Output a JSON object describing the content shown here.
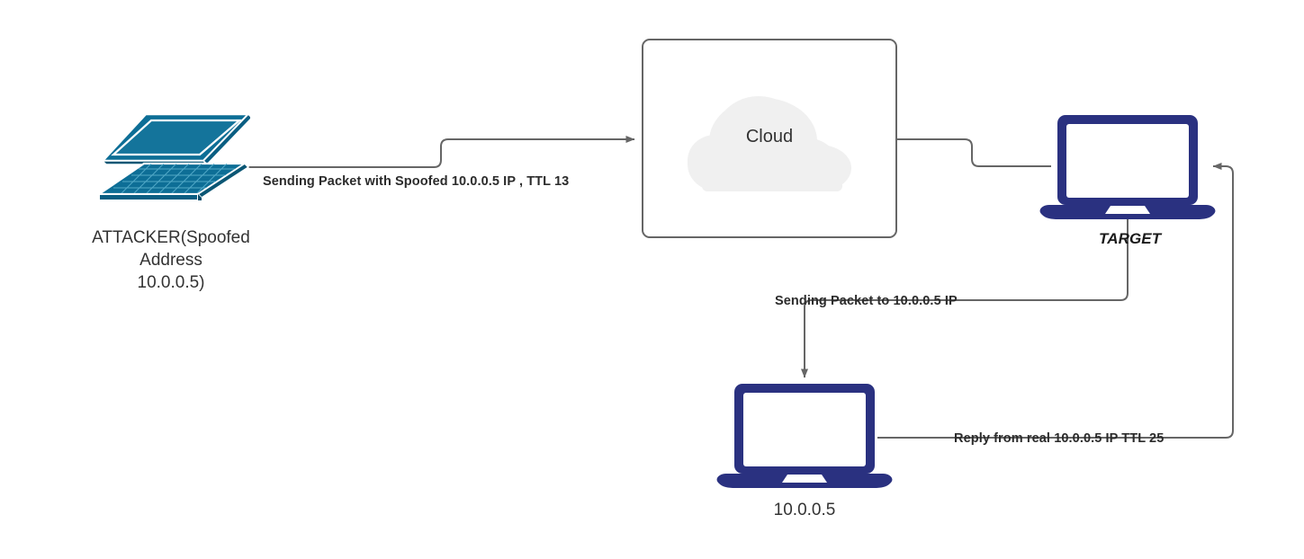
{
  "diagram": {
    "title": "IP Spoofing TTL Analysis Network Diagram",
    "colors": {
      "attacker_device": "#0d6e96",
      "device_blue": "#2a3180",
      "wire": "#666666",
      "cloud_fill": "#f0f0f0",
      "box_border": "#666666",
      "label_text": "#333333"
    }
  },
  "nodes": {
    "attacker": {
      "icon": "laptop-isometric-icon",
      "label": "ATTACKER(Spoofed\nAddress\n10.0.0.5)"
    },
    "cloud": {
      "icon": "cloud-icon",
      "label": "Cloud"
    },
    "target": {
      "icon": "laptop-icon",
      "label": "TARGET"
    },
    "real_host": {
      "icon": "laptop-icon",
      "label": "10.0.0.5"
    }
  },
  "edges": [
    {
      "id": "attacker-to-cloud",
      "label": "Sending Packet with Spoofed 10.0.0.5 IP , TTL 13",
      "from": "attacker",
      "to": "cloud",
      "arrow": "to"
    },
    {
      "id": "cloud-to-target",
      "label": "",
      "from": "cloud",
      "to": "target",
      "arrow": "none"
    },
    {
      "id": "target-to-real-host",
      "label": "Sending Packet to 10.0.0.5 IP",
      "from": "target",
      "to": "real_host",
      "arrow": "to"
    },
    {
      "id": "real-host-to-target",
      "label": "Reply from real 10.0.0.5 IP TTL 25",
      "from": "real_host",
      "to": "target",
      "arrow": "to"
    }
  ]
}
